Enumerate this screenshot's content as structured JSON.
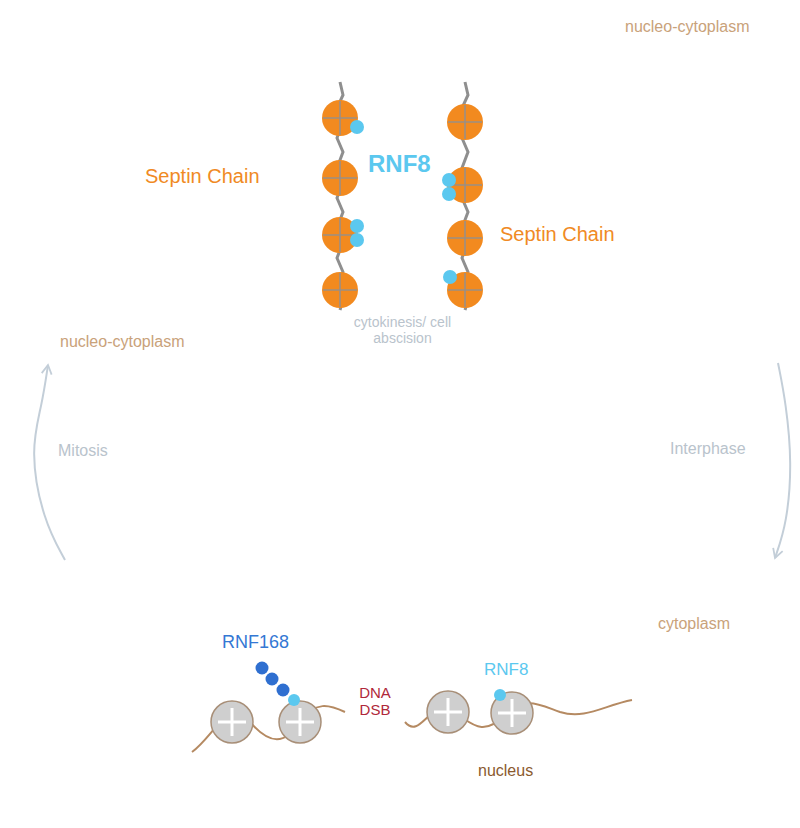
{
  "diagram": {
    "nodes": [
      {
        "text": [
          "Septin Chain",
          "nucleo-cytoplasm"
        ]
      },
      {
        "text": [
          "nucleo-cytoplasm",
          "Septin Chain"
        ]
      },
      {
        "text": [
          "cytoplasm"
        ]
      },
      {
        "text": [
          "nucleus"
        ],
        "in": 2
      }
    ],
    "edges": [
      {
        "from": 2,
        "to": 0,
        "label": "Mitosis",
        "arrow": "to"
      },
      {
        "from": 1,
        "to": 2,
        "label": "Interphase",
        "arrow": "to"
      }
    ],
    "labels": [
      "RNF8",
      "cytokinesis/ cell abscision",
      "RNF168",
      "DNA DSB",
      "RNF8"
    ]
  }
}
